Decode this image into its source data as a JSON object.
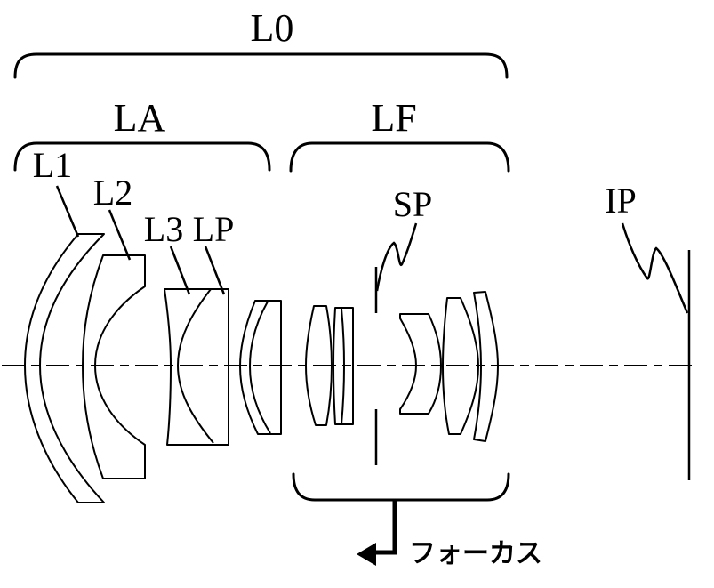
{
  "diagram": {
    "labels": {
      "overall_system": "L0",
      "front_group": "LA",
      "focus_group": "LF",
      "lens1": "L1",
      "lens2": "L2",
      "lens3": "L3",
      "lens_p": "LP",
      "aperture_stop": "SP",
      "image_plane": "IP",
      "focus_annotation": "フォーカス"
    },
    "colors": {
      "line": "#000000",
      "background": "#ffffff"
    }
  }
}
